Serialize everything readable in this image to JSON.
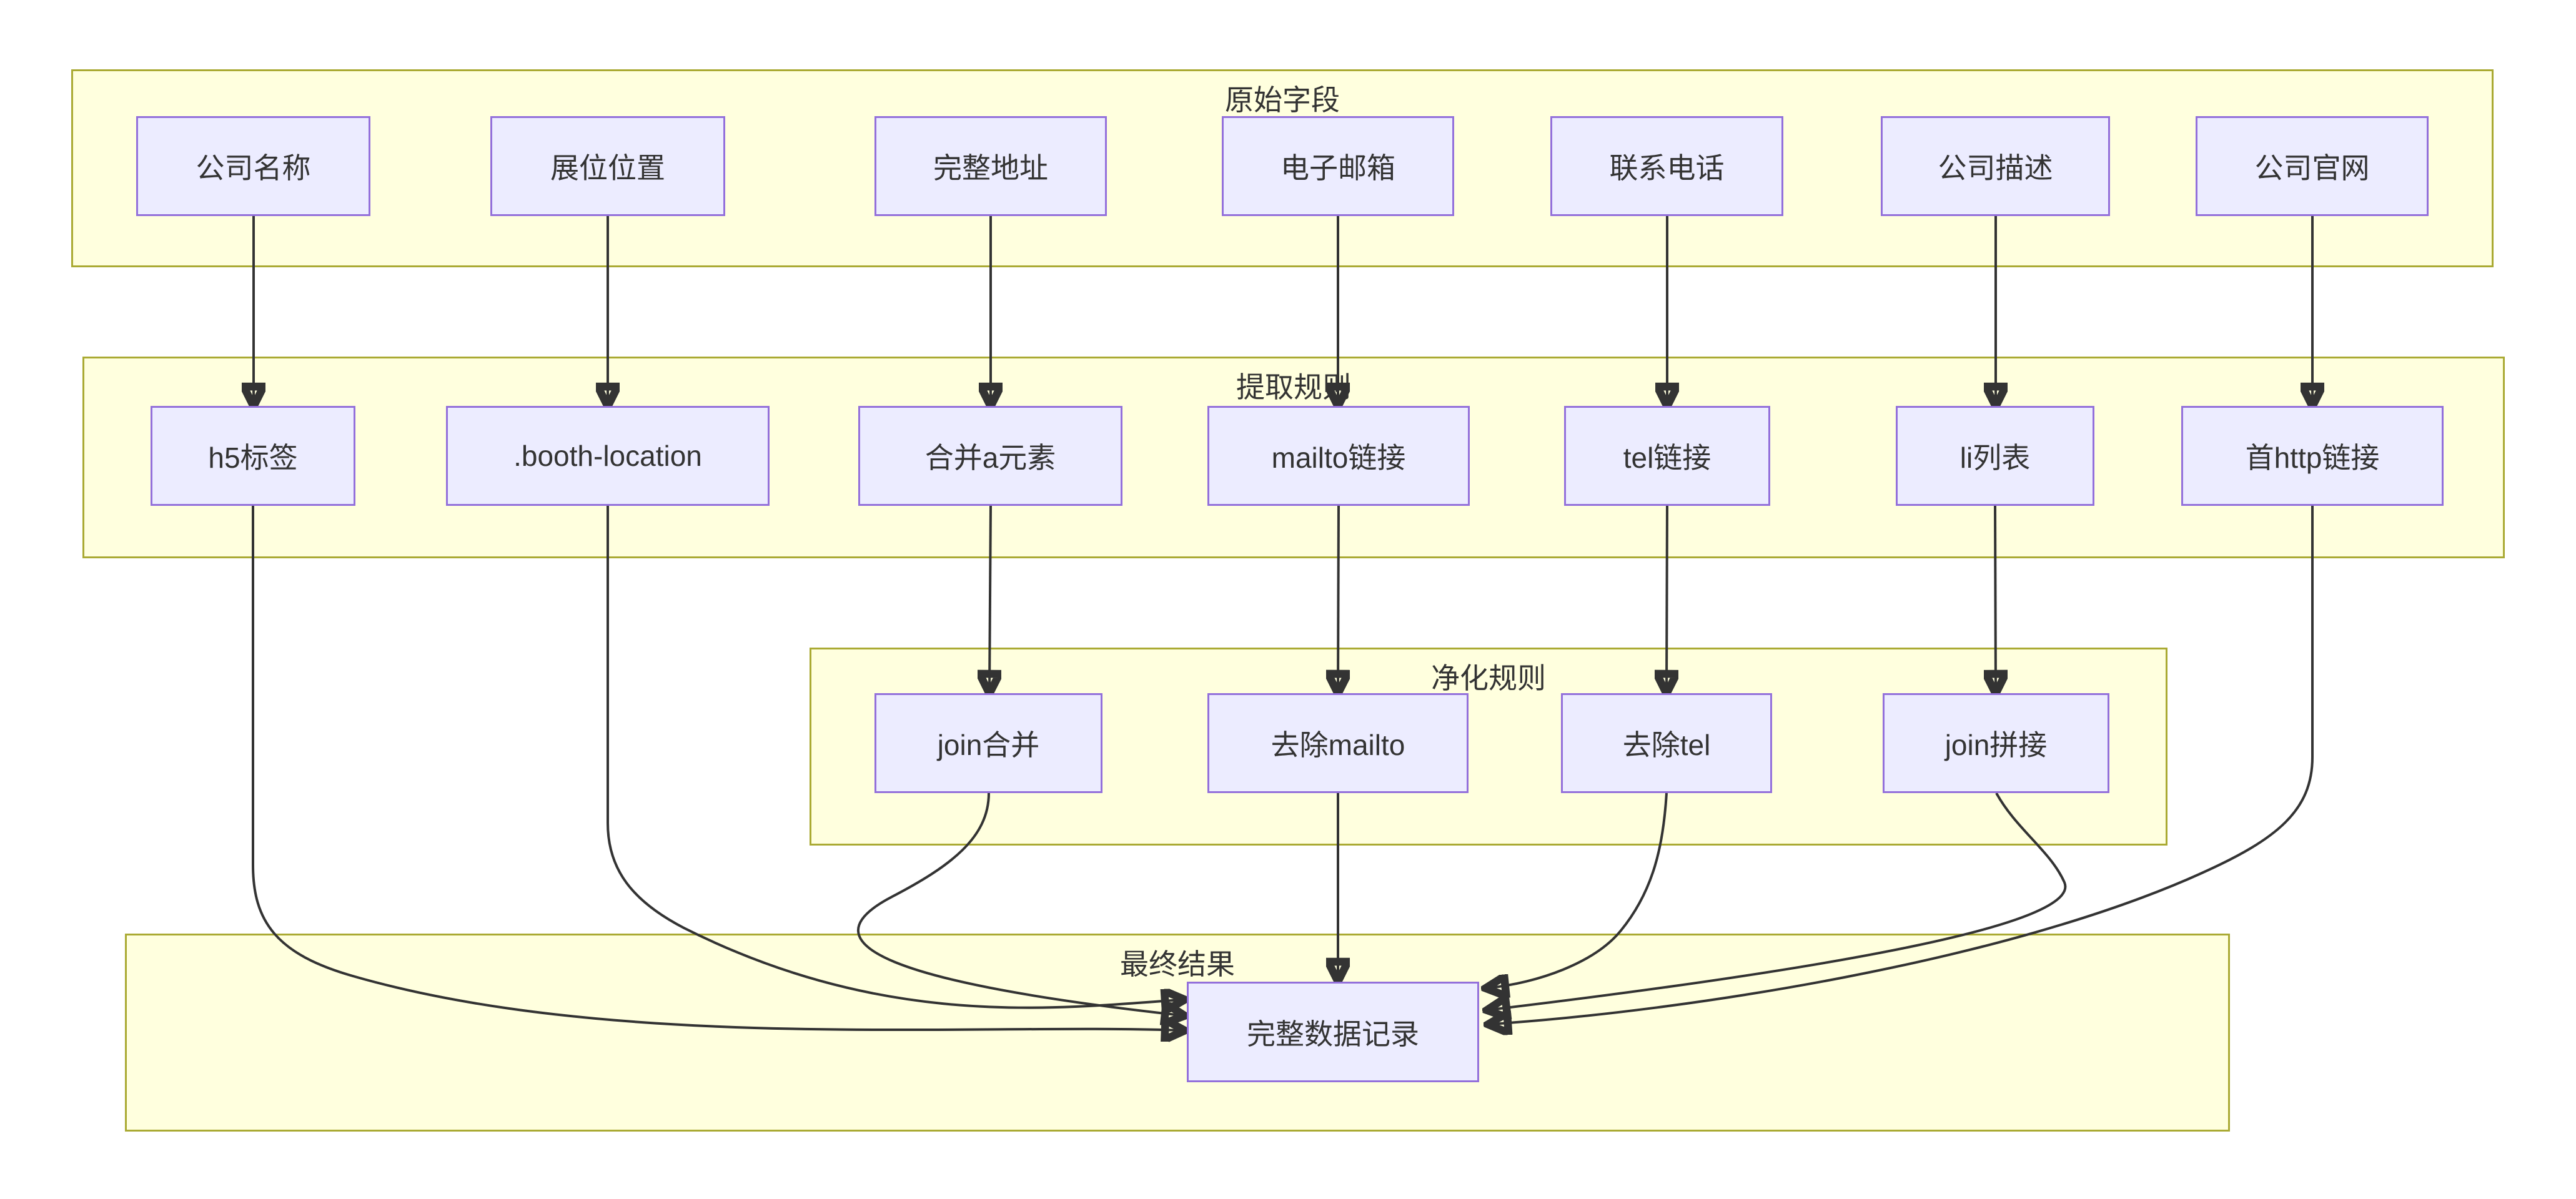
{
  "diagram": {
    "type": "flowchart",
    "colors": {
      "background": "#FFFFFF",
      "node_fill": "#ECECFF",
      "node_border": "#9370DB",
      "cluster_fill": "#FFFFDE",
      "cluster_border": "#AAAA33",
      "edge": "#333333",
      "text": "#333333"
    },
    "clusters": {
      "fields": {
        "title": "原始字段"
      },
      "extract": {
        "title": "提取规则"
      },
      "clean": {
        "title": "净化规则"
      },
      "result": {
        "title": "最终结果"
      }
    },
    "nodes": {
      "company_name": {
        "label": "公司名称"
      },
      "booth_pos": {
        "label": "展位位置"
      },
      "full_addr": {
        "label": "完整地址"
      },
      "email": {
        "label": "电子邮箱"
      },
      "phone": {
        "label": "联系电话"
      },
      "desc": {
        "label": "公司描述"
      },
      "website": {
        "label": "公司官网"
      },
      "h5tag": {
        "label": "h5标签"
      },
      "booth_loc": {
        "label": ".booth-location"
      },
      "merge_a": {
        "label": "合并a元素"
      },
      "mailto": {
        "label": "mailto链接"
      },
      "tel": {
        "label": "tel链接"
      },
      "li_list": {
        "label": "li列表"
      },
      "http_link": {
        "label": "首http链接"
      },
      "join_merge": {
        "label": "join合并"
      },
      "strip_mailto": {
        "label": "去除mailto"
      },
      "strip_tel": {
        "label": "去除tel"
      },
      "join_concat": {
        "label": "join拼接"
      },
      "record": {
        "label": "完整数据记录"
      }
    },
    "edges": [
      {
        "from": "公司名称",
        "to": "h5标签"
      },
      {
        "from": "展位位置",
        "to": ".booth-location"
      },
      {
        "from": "完整地址",
        "to": "合并a元素"
      },
      {
        "from": "电子邮箱",
        "to": "mailto链接"
      },
      {
        "from": "联系电话",
        "to": "tel链接"
      },
      {
        "from": "公司描述",
        "to": "li列表"
      },
      {
        "from": "公司官网",
        "to": "首http链接"
      },
      {
        "from": "合并a元素",
        "to": "join合并"
      },
      {
        "from": "mailto链接",
        "to": "去除mailto"
      },
      {
        "from": "tel链接",
        "to": "去除tel"
      },
      {
        "from": "li列表",
        "to": "join拼接"
      },
      {
        "from": "h5标签",
        "to": "完整数据记录"
      },
      {
        "from": ".booth-location",
        "to": "完整数据记录"
      },
      {
        "from": "join合并",
        "to": "完整数据记录"
      },
      {
        "from": "去除mailto",
        "to": "完整数据记录"
      },
      {
        "from": "去除tel",
        "to": "完整数据记录"
      },
      {
        "from": "join拼接",
        "to": "完整数据记录"
      },
      {
        "from": "首http链接",
        "to": "完整数据记录"
      }
    ]
  }
}
